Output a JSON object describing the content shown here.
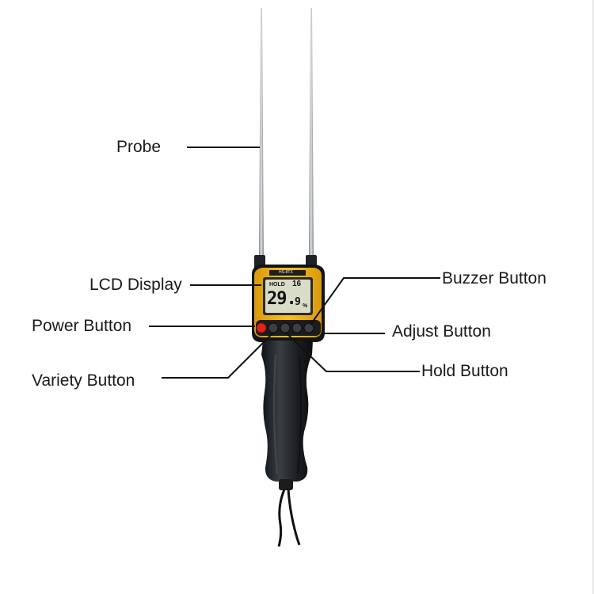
{
  "labels": {
    "probe": "Probe",
    "lcd_display": "LCD Display",
    "power_button": "Power Button",
    "variety_button": "Variety Button",
    "buzzer_button": "Buzzer Button",
    "adjust_button": "Adjust Button",
    "hold_button": "Hold Button"
  },
  "device": {
    "model_text": "HS-8TX",
    "lcd": {
      "hold_text": "HOLD",
      "mode_number": "16",
      "reading": "29.",
      "reading_decimal": "9",
      "unit": "%"
    }
  },
  "colors": {
    "body_yellow": "#f2b417",
    "handle_black": "#1e2124",
    "lcd_background": "#d9dcc7",
    "power_button_red": "#e2231a",
    "probe_metal": "#9ea3a7",
    "leader_lines": "#111111"
  }
}
